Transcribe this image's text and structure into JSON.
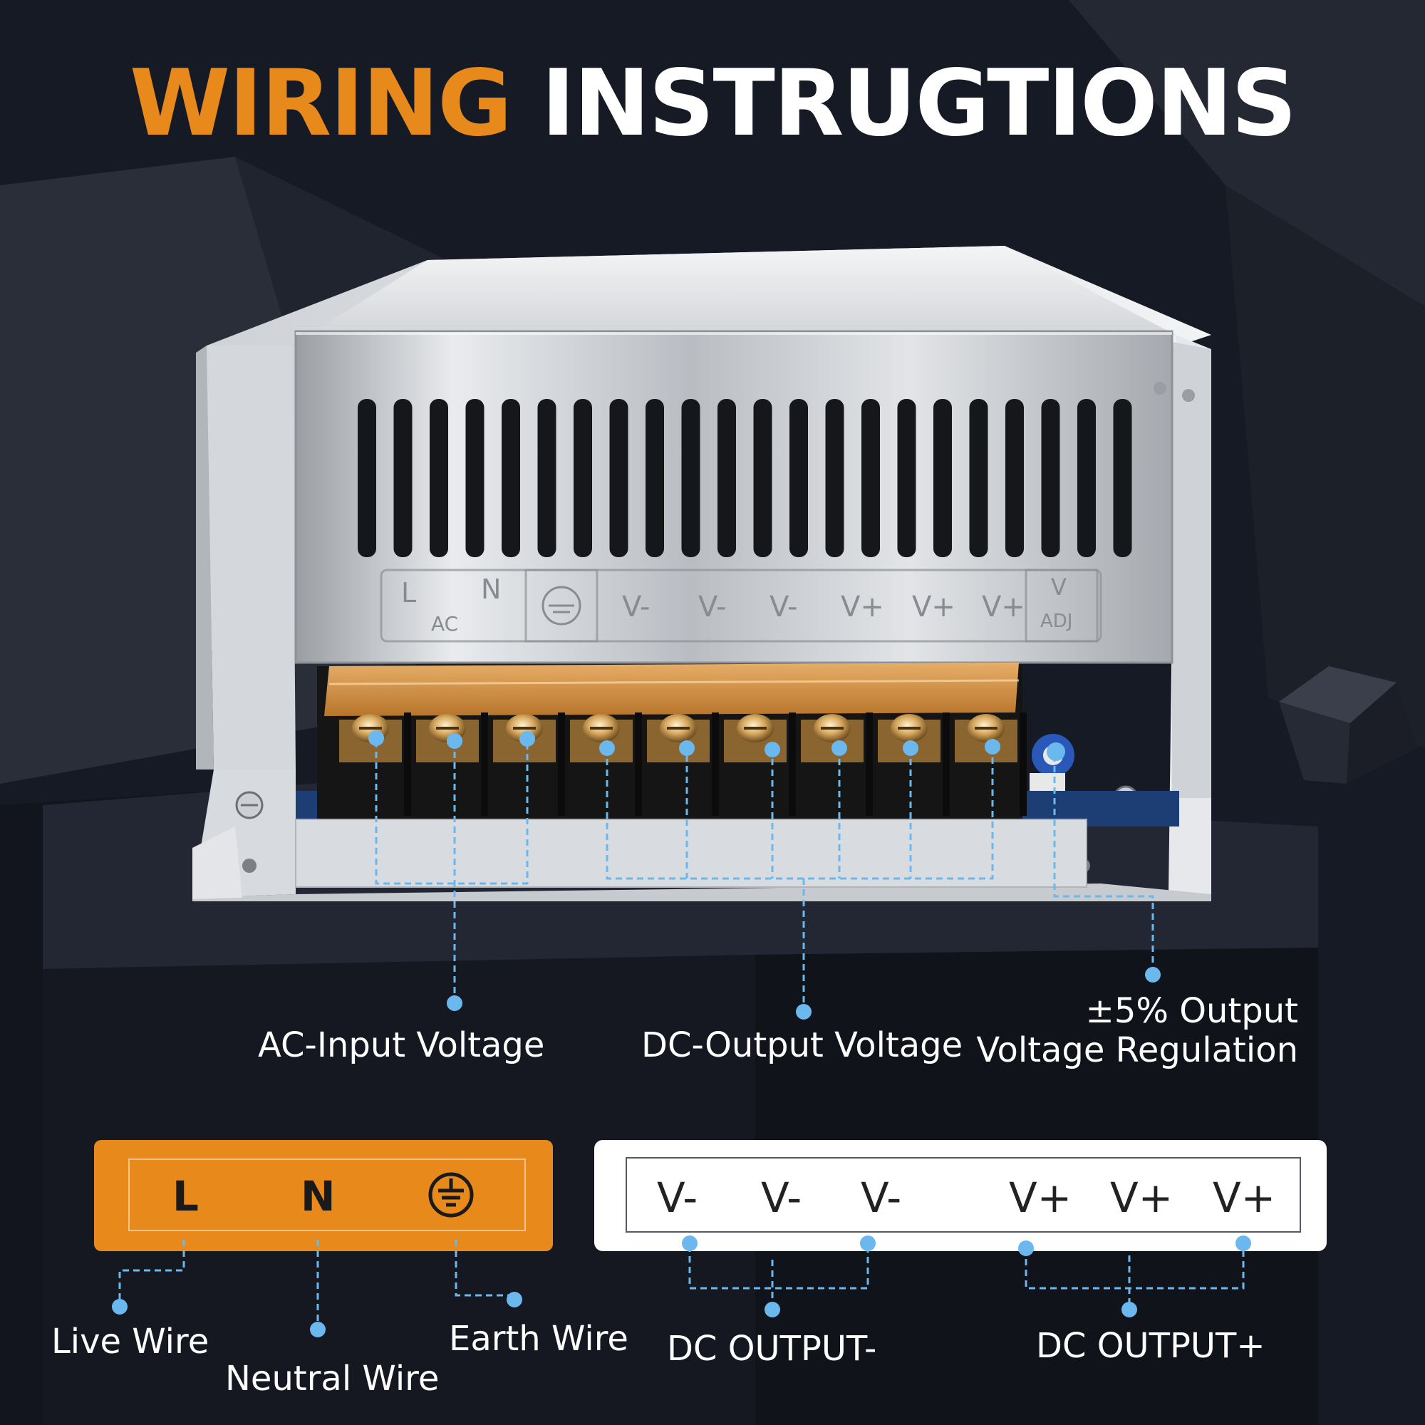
{
  "title": {
    "word1": "WIRING",
    "word2": "INSTRUGTIONS"
  },
  "colors": {
    "accent": "#e8891c",
    "background": "#161a24",
    "callout": "#6ab8ee"
  },
  "product": {
    "panel_markings": [
      "L",
      "N",
      "AC",
      "V-",
      "V-",
      "V-",
      "V+",
      "V+",
      "V+",
      "V",
      "ADJ"
    ]
  },
  "callouts": {
    "ac_input": "AC-Input Voltage",
    "dc_output": "DC-Output Voltage",
    "regulation_line1": "±5% Output",
    "regulation_line2": "Voltage Regulation"
  },
  "ac_box": {
    "terminals": [
      "L",
      "N"
    ],
    "earth_icon": "earth-ground-icon",
    "labels": {
      "live": "Live Wire",
      "neutral": "Neutral Wire",
      "earth": "Earth Wire"
    }
  },
  "dc_box": {
    "terminals": [
      "V-",
      "V-",
      "V-",
      "V+",
      "V+",
      "V+"
    ],
    "labels": {
      "negative": "DC OUTPUT-",
      "positive": "DC OUTPUT+"
    }
  }
}
